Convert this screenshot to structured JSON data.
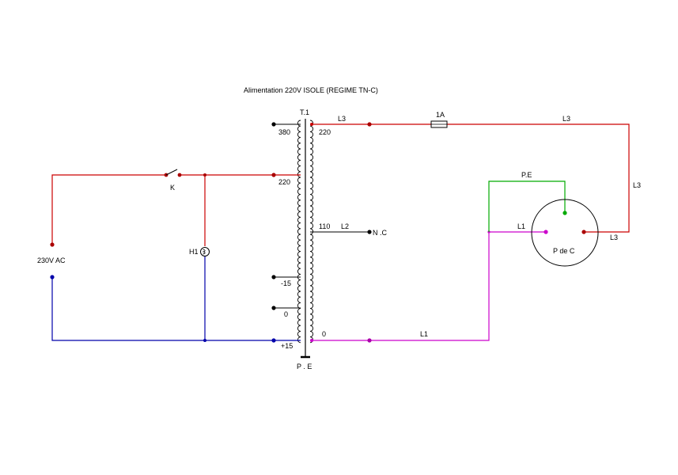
{
  "title": "Alimentation 220V ISOLE (REGIME TN-C)",
  "transformer": {
    "name": "T.1",
    "primary_taps": [
      "380",
      "220",
      "-15",
      "0",
      "+15"
    ],
    "secondary_taps": [
      "220",
      "110",
      "0"
    ],
    "earth_label": "P . E"
  },
  "source": {
    "label": "230V AC"
  },
  "switch": {
    "label": "K"
  },
  "indicator": {
    "label": "H1"
  },
  "fuse": {
    "label": "1A"
  },
  "outputs": {
    "nc_label": "N .C"
  },
  "wire_labels": {
    "l3_top_left": "L3",
    "l3_top_right": "L3",
    "l3_right": "L3",
    "l3_socket": "L3",
    "l2": "L2",
    "l1_bottom": "L1",
    "l1_socket": "L1",
    "pe": "P.E"
  },
  "socket": {
    "label": "P de C"
  },
  "colors": {
    "phase": "#cc0000",
    "neutral": "#0000aa",
    "l1": "#cc00cc",
    "earth": "#00aa00",
    "black": "#000000",
    "phase_dot": "#aa0000"
  }
}
